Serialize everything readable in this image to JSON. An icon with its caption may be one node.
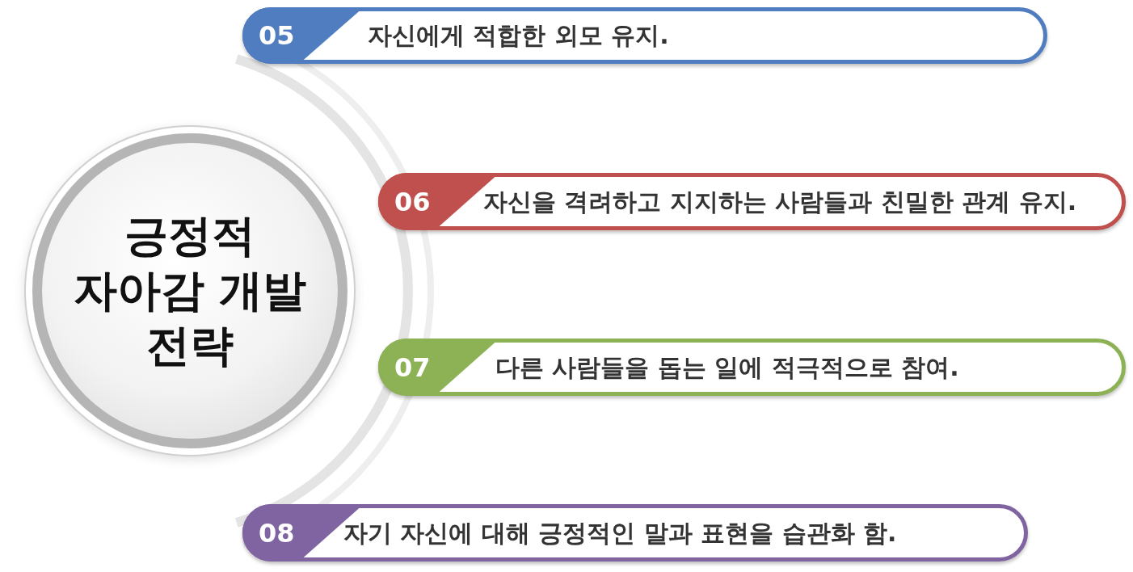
{
  "diagram": {
    "nodes": [
      {
        "text": [
          "긍정적 자아감 개발 전략"
        ]
      },
      {
        "text": [
          "05",
          "자신에게 적합한 외모 유지."
        ]
      },
      {
        "text": [
          "06",
          "자신을 격려하고 지지하는 사람들과 친밀한 관계 유지."
        ]
      },
      {
        "text": [
          "07",
          "다른 사람들을 돕는 일에 적극적으로 참여."
        ]
      },
      {
        "text": [
          "08",
          "자기 자신에 대해 긍정적인 말과 표현을 습관화 함."
        ]
      }
    ]
  }
}
